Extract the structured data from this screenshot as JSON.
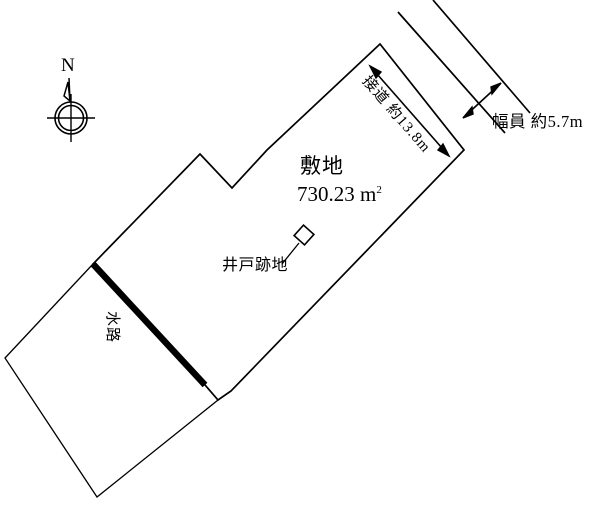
{
  "diagram": {
    "type": "land-plot-survey",
    "background_color": "#ffffff",
    "line_color": "#000000"
  },
  "compass": {
    "label": "N",
    "icon": "compass-rose-icon"
  },
  "site": {
    "name": "敷地",
    "area": "730.23",
    "area_unit": "m",
    "area_unit_exponent": "2",
    "area_display": "730.23 ㎡"
  },
  "well": {
    "label": "井戸跡地",
    "marker": "diamond-marker"
  },
  "road": {
    "frontage_label": "接道 約13.8m",
    "frontage_value": "13.8",
    "width_label": "幅員 約5.7m",
    "width_value": "5.7"
  },
  "waterway": {
    "label": "水路"
  }
}
